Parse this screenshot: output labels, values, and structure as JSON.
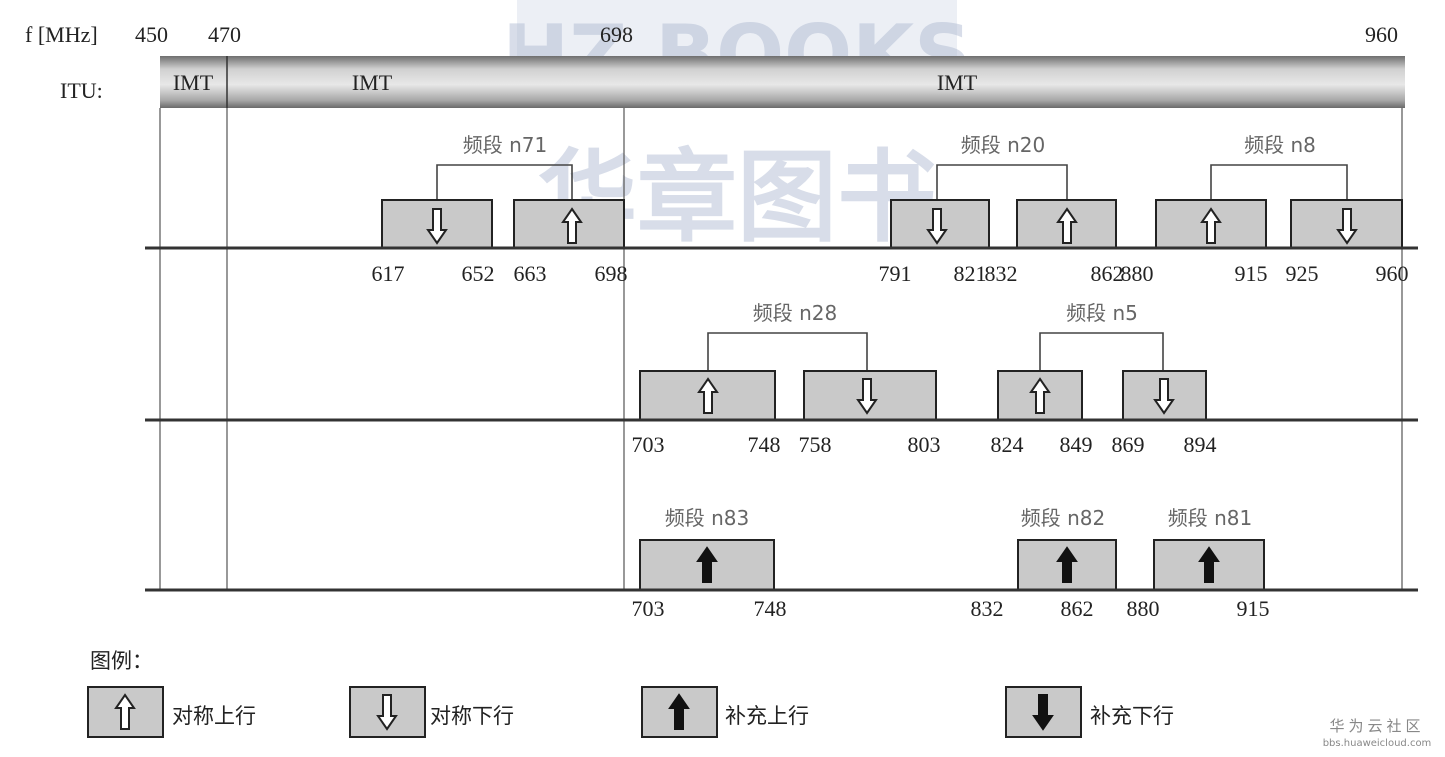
{
  "header": {
    "unit_label": "f [MHz]",
    "ticks": [
      "450",
      "470",
      "698",
      "960"
    ]
  },
  "itu": {
    "label": "ITU:",
    "segments": [
      "IMT",
      "IMT",
      "IMT"
    ]
  },
  "rows": [
    {
      "bands": [
        {
          "name": "频段 n71",
          "blocks": [
            {
              "from": "617",
              "to": "652",
              "dir": "symmetric-down"
            },
            {
              "from": "663",
              "to": "698",
              "dir": "symmetric-up"
            }
          ]
        },
        {
          "name": "频段 n20",
          "blocks": [
            {
              "from": "791",
              "to": "821",
              "dir": "symmetric-down"
            },
            {
              "from": "832",
              "to": "862",
              "dir": "symmetric-up"
            }
          ]
        },
        {
          "name": "频段 n8",
          "blocks": [
            {
              "from": "880",
              "to": "915",
              "dir": "symmetric-up"
            },
            {
              "from": "925",
              "to": "960",
              "dir": "symmetric-down"
            }
          ]
        }
      ]
    },
    {
      "bands": [
        {
          "name": "频段 n28",
          "blocks": [
            {
              "from": "703",
              "to": "748",
              "dir": "symmetric-up"
            },
            {
              "from": "758",
              "to": "803",
              "dir": "symmetric-down"
            }
          ]
        },
        {
          "name": "频段 n5",
          "blocks": [
            {
              "from": "824",
              "to": "849",
              "dir": "symmetric-up"
            },
            {
              "from": "869",
              "to": "894",
              "dir": "symmetric-down"
            }
          ]
        }
      ]
    },
    {
      "bands": [
        {
          "name": "频段 n83",
          "blocks": [
            {
              "from": "703",
              "to": "748",
              "dir": "supplementary-up"
            }
          ]
        },
        {
          "name": "频段 n82",
          "blocks": [
            {
              "from": "832",
              "to": "862",
              "dir": "supplementary-up"
            }
          ]
        },
        {
          "name": "频段 n81",
          "blocks": [
            {
              "from": "880",
              "to": "915",
              "dir": "supplementary-up"
            }
          ]
        }
      ]
    }
  ],
  "legend": {
    "title": "图例：",
    "items": [
      "对称上行",
      "对称下行",
      "补充上行",
      "补充下行"
    ]
  },
  "watermarks": {
    "publisher_en": "HZ BOOKS",
    "publisher_cn": "华章图书",
    "site_cn": "华为云社区",
    "site_url": "bbs.huaweicloud.com"
  },
  "colors": {
    "block_fill": "#c9c9c9",
    "itu_bar": "#9a9a9a",
    "band_label": "#666666"
  }
}
